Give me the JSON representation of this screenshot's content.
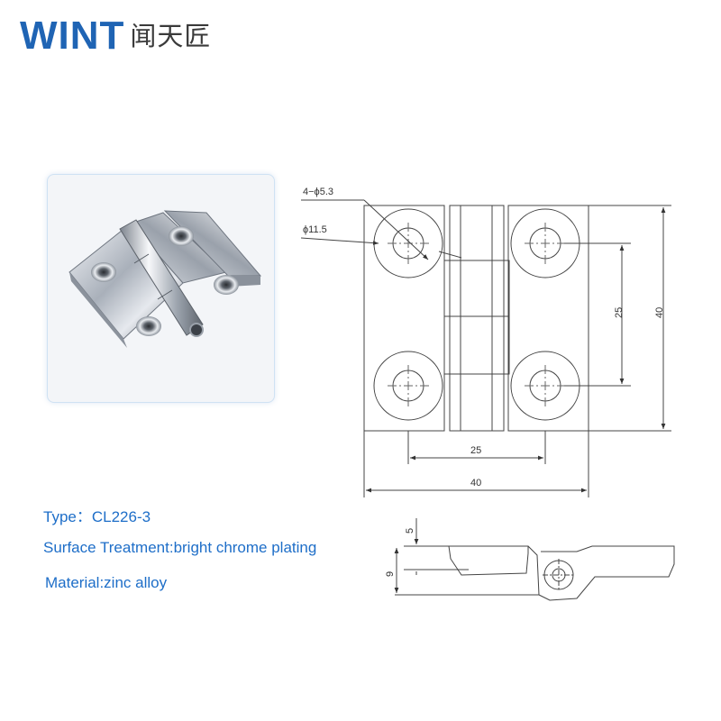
{
  "brand": {
    "latin": "WINT",
    "chinese": "闻天匠",
    "color": "#1f64b4"
  },
  "product_photo": {
    "icon": "chrome-hinge-photo"
  },
  "specs": {
    "type": "Type：CL226-3",
    "surface": "Surface Treatment:bright chrome plating",
    "material": "Material:zinc alloy",
    "color": "#1e6ec8"
  },
  "drawing": {
    "hole_count_label": "4−ϕ5.3",
    "counterbore_label": "ϕ11.5",
    "hole_spacing_vertical": "25",
    "height": "40",
    "hole_spacing_horizontal": "25",
    "width": "40",
    "leaf_thickness": "5",
    "total_thickness": "9"
  }
}
